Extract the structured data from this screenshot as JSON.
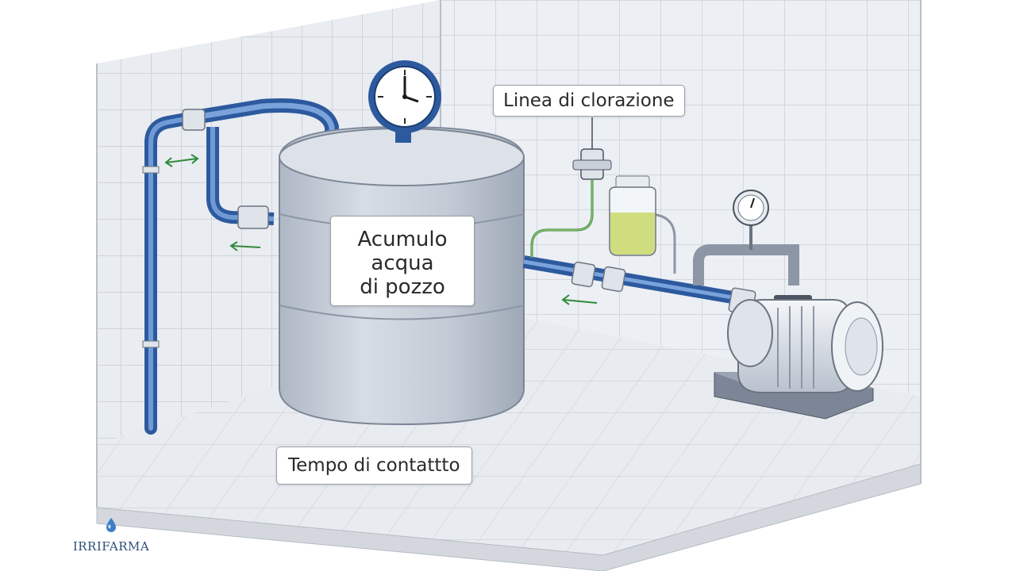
{
  "labels": {
    "chlorination_line": "Linea di clorazione",
    "tank_line1": "Acumulo",
    "tank_line2": "acqua",
    "tank_line3": "di pozzo",
    "contact_time": "Tempo di contattto"
  },
  "logo": {
    "text": "IRRIFARMA",
    "icon": "water-drop-icon"
  },
  "colors": {
    "pipe_blue": "#3f6fb8",
    "wall": "#e6e9ee",
    "tank": "#c9d0da",
    "arrow_green": "#2f8a3a",
    "solution": "#c8d86a"
  }
}
